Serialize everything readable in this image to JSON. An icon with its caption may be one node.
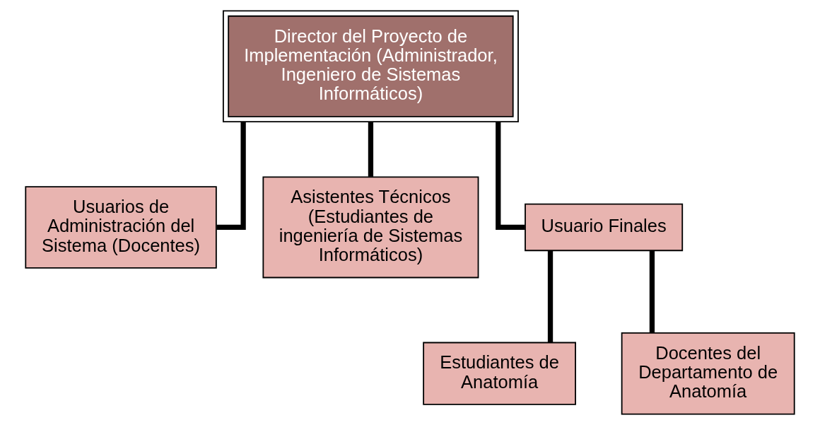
{
  "diagram": {
    "nodes": [
      {
        "text": [
          "Director del Proyecto de Implementación (Administrador, Ingeniero de Sistemas Informáticos)"
        ]
      },
      {
        "text": [
          "Usuarios de Administración del Sistema (Docentes)"
        ]
      },
      {
        "text": [
          "Asistentes Técnicos (Estudiantes de ingeniería de Sistemas Informáticos)"
        ]
      },
      {
        "text": [
          "Usuario Finales"
        ]
      },
      {
        "text": [
          "Estudiantes de Anatomía"
        ]
      },
      {
        "text": [
          "Docentes del Departamento de Anatomía"
        ]
      }
    ],
    "edges": [
      {
        "from": 0,
        "to": 1,
        "arrow": "none"
      },
      {
        "from": 0,
        "to": 2,
        "arrow": "none"
      },
      {
        "from": 0,
        "to": 3,
        "arrow": "none"
      },
      {
        "from": 3,
        "to": 4,
        "arrow": "none"
      },
      {
        "from": 3,
        "to": 5,
        "arrow": "none"
      }
    ]
  }
}
